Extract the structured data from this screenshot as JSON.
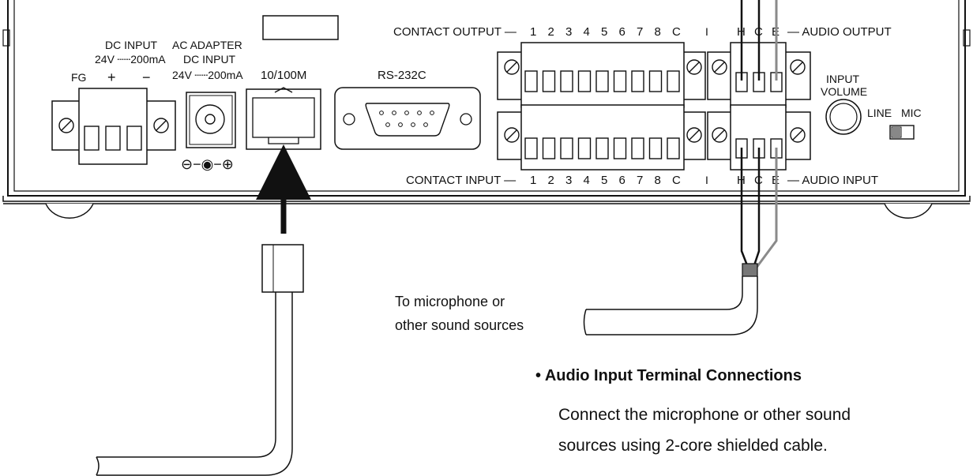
{
  "panel": {
    "dc_input": {
      "title": "DC INPUT",
      "rating": "24V ┄┄200mA",
      "fg": "FG",
      "plus": "+",
      "minus": "−"
    },
    "ac_adapter": {
      "title1": "AC ADAPTER",
      "title2": "DC INPUT",
      "rating": "24V ┄┄200mA",
      "polarity": "⊖−◉−⊕"
    },
    "lan": {
      "label": "10/100M"
    },
    "serial": {
      "label": "RS-232C"
    },
    "contact_output": {
      "label": "CONTACT OUTPUT —",
      "pins": [
        "1",
        "2",
        "3",
        "4",
        "5",
        "6",
        "7",
        "8",
        "C"
      ]
    },
    "contact_input": {
      "label": "CONTACT INPUT —",
      "pins": [
        "1",
        "2",
        "3",
        "4",
        "5",
        "6",
        "7",
        "8",
        "C"
      ]
    },
    "audio_output": {
      "label": "— AUDIO OUTPUT",
      "pins": [
        "H",
        "C",
        "E"
      ]
    },
    "audio_input": {
      "label": "— AUDIO INPUT",
      "pins": [
        "H",
        "C",
        "E"
      ]
    },
    "separator": "I",
    "input_volume": {
      "line1": "INPUT",
      "line2": "VOLUME"
    },
    "switch": {
      "line": "LINE",
      "mic": "MIC"
    }
  },
  "mic_cable": {
    "line1": "To microphone or",
    "line2": "other sound sources"
  },
  "section": {
    "heading": "• Audio Input Terminal Connections",
    "body_line1": "Connect the microphone or other sound",
    "body_line2": "sources using 2-core shielded cable."
  },
  "colors": {
    "line": "#111111",
    "shield_wire": "#8a8a8a",
    "cable_jacket": "#777777",
    "background": "#ffffff"
  }
}
